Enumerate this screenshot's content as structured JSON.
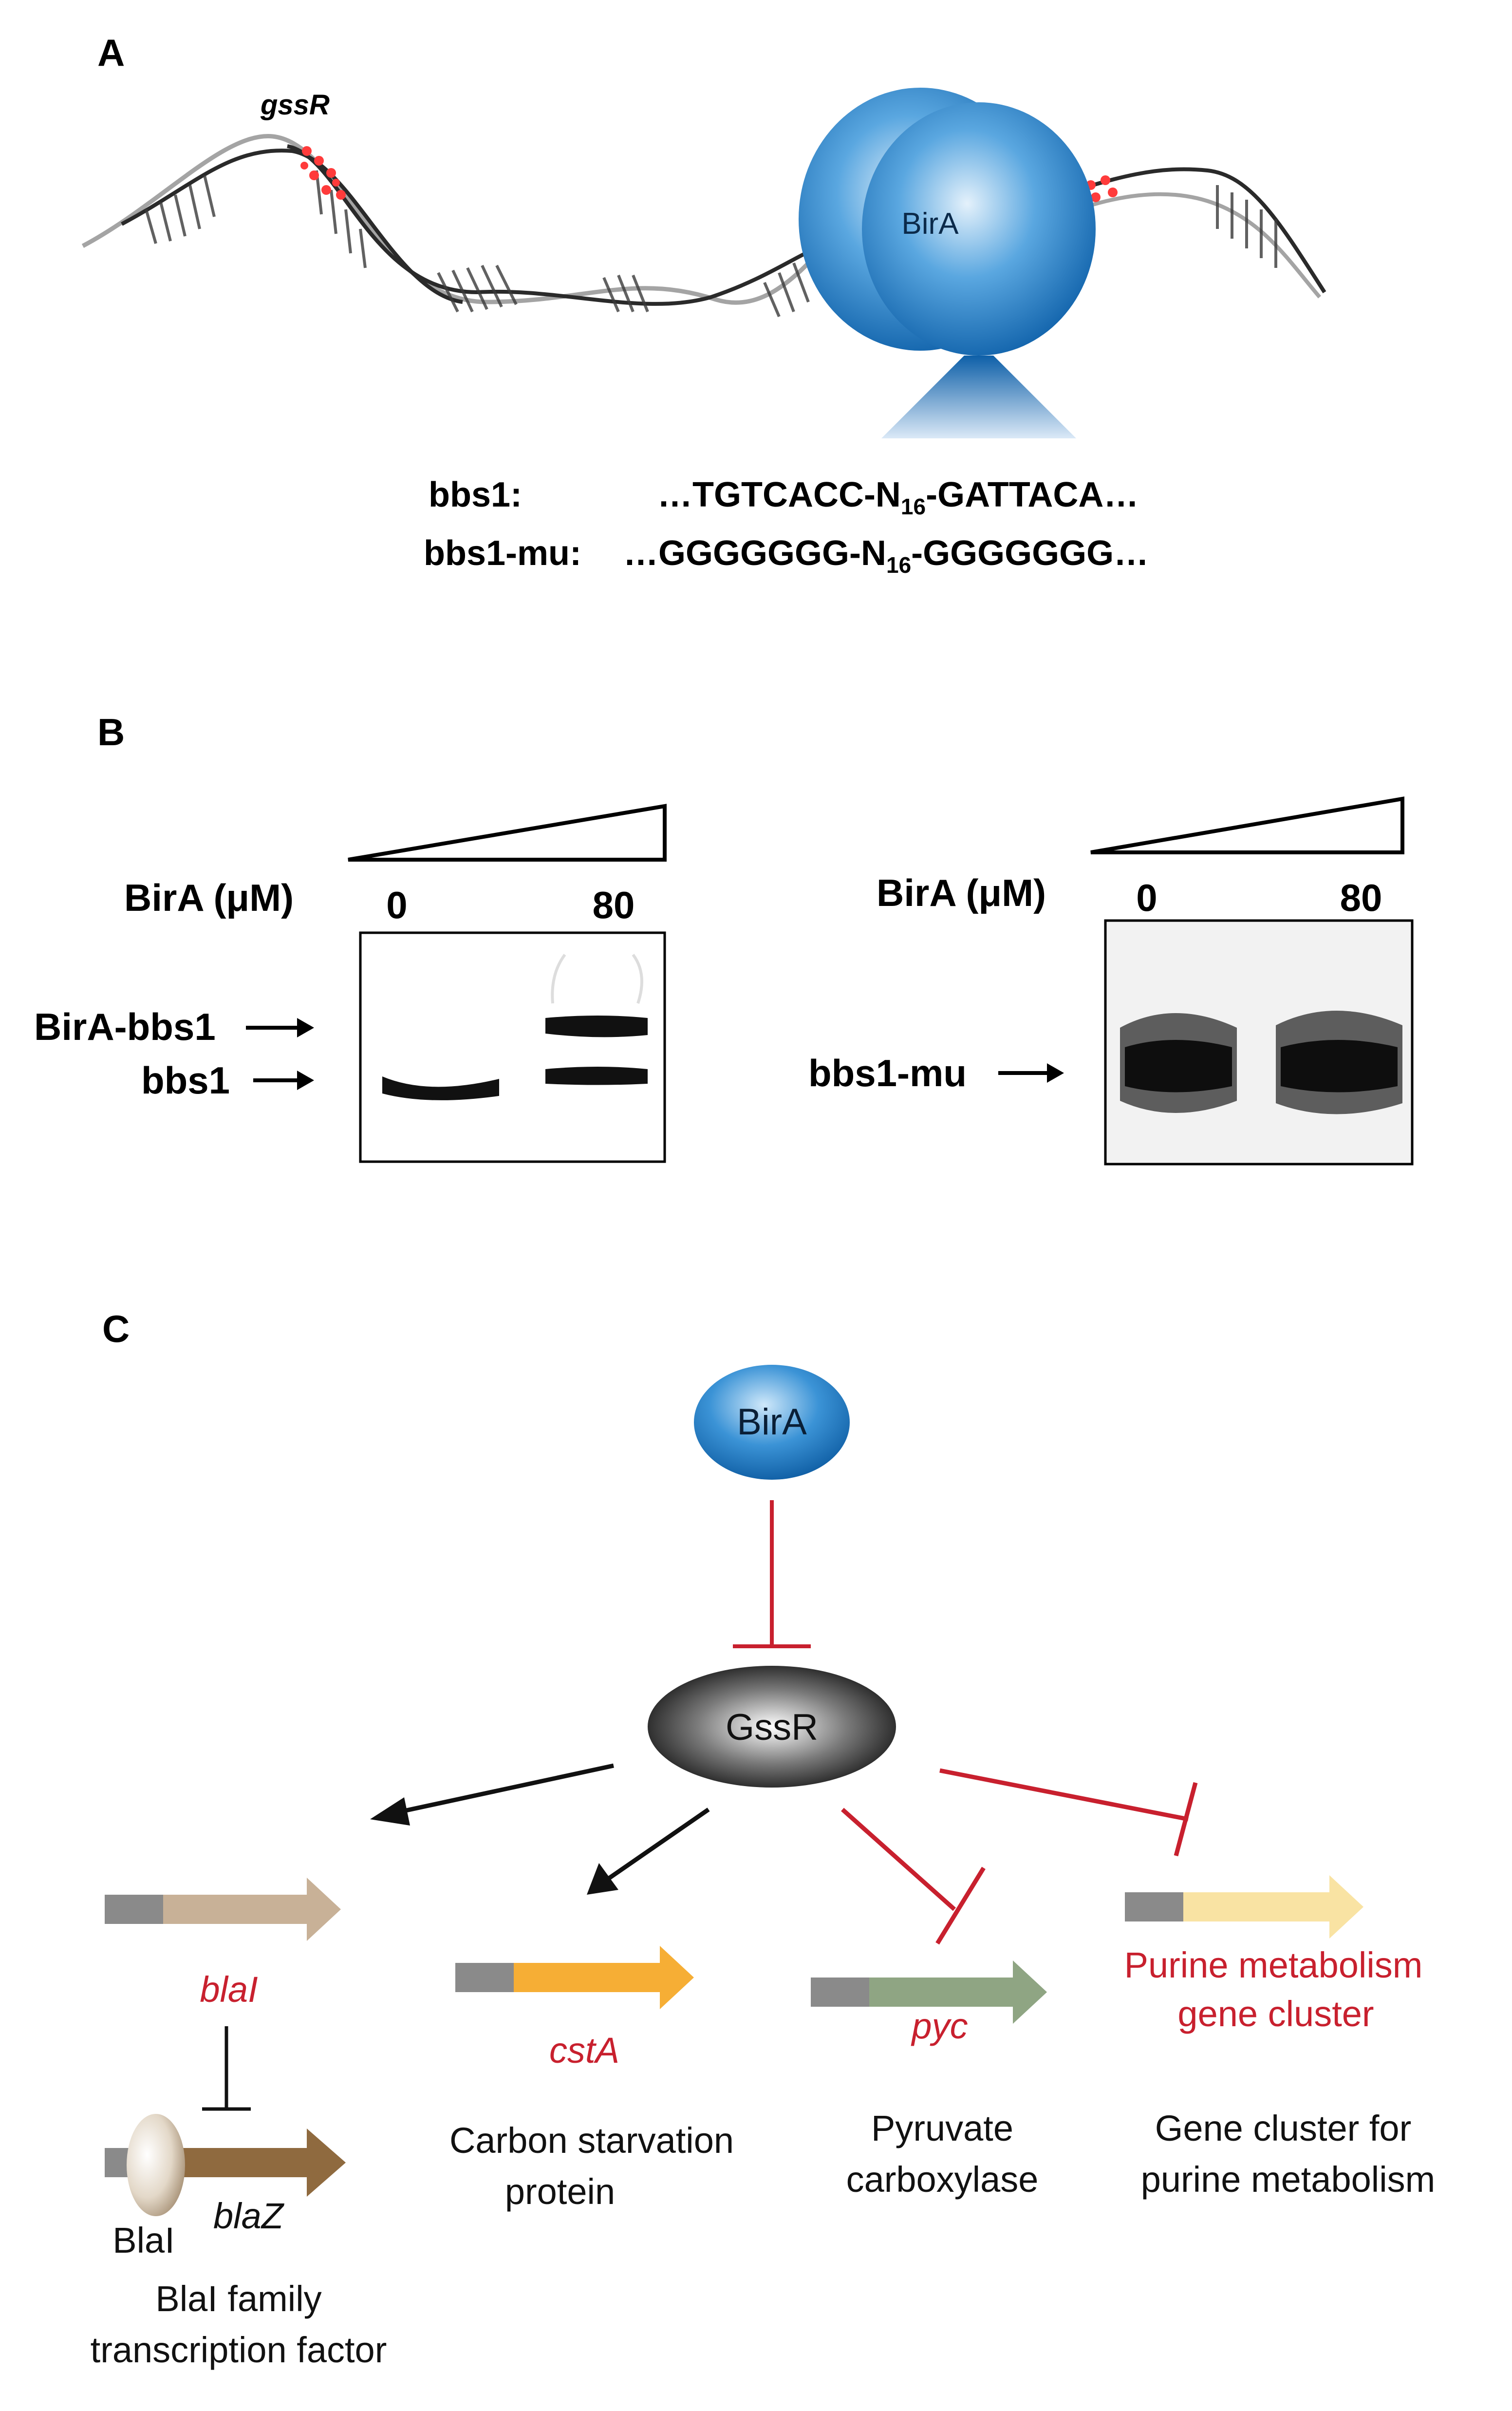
{
  "panel_a": {
    "label": "A",
    "gene_label": "gssR",
    "protein_label": "BirA",
    "seq1_name": "bbs1:",
    "seq1_pre": "…TGTCACC-N",
    "seq1_sub": "16",
    "seq1_post": "-GATTACA…",
    "seq2_name": "bbs1-mu:",
    "seq2_pre": "…GGGGGGG-N",
    "seq2_sub": "16",
    "seq2_post": "-GGGGGGG…"
  },
  "panel_b": {
    "label": "B",
    "left": {
      "axis_label": "BirA (μM)",
      "lane_low": "0",
      "lane_high": "80",
      "arrow_upper": "BirA-bbs1",
      "arrow_lower": "bbs1"
    },
    "right": {
      "axis_label": "BirA (μM)",
      "lane_low": "0",
      "lane_high": "80",
      "arrow": "bbs1-mu"
    }
  },
  "panel_c": {
    "label": "C",
    "birA": "BirA",
    "gssR": "GssR",
    "genes": {
      "blaI": "blaI",
      "blaZ": "blaZ",
      "blaI_protein": "BlaI",
      "cstA": "cstA",
      "pyc": "pyc",
      "purine_line1": "Purine metabolism",
      "purine_line2": "gene cluster"
    },
    "descriptions": {
      "blaI_line1": "BlaI family",
      "blaI_line2": "transcription factor",
      "cstA_line1": "Carbon starvation",
      "cstA_line2": "protein",
      "pyc_line1": "Pyruvate",
      "pyc_line2": "carboxylase",
      "purine_line1": "Gene cluster for",
      "purine_line2": "purine metabolism"
    },
    "colors": {
      "repression": "#c8202e",
      "activation": "#111111",
      "gene_name": "#c8202e",
      "blaI_gene": "#c8b197",
      "blaZ_gene": "#8f6a3f",
      "cstA_gene": "#f6ae35",
      "pyc_gene": "#8fa583",
      "purine_gene": "#f9e3a3",
      "promoter": "#8a8a8a",
      "birA_blue": "#1a73c3"
    }
  }
}
